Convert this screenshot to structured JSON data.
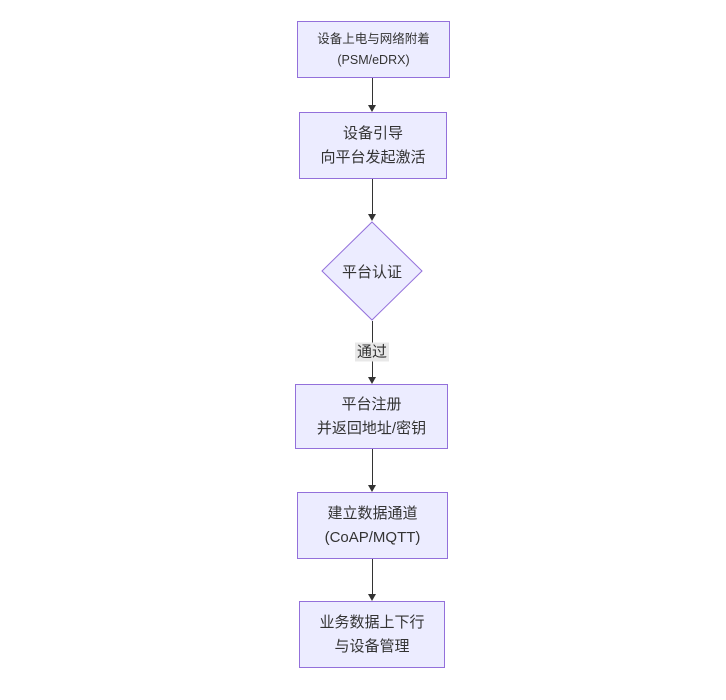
{
  "diagram": {
    "type": "flowchart",
    "direction": "top-down",
    "nodes": {
      "power_attach": {
        "shape": "rect",
        "lines": [
          "设备上电与网络附着",
          "(PSM/eDRX)"
        ]
      },
      "bootstrap": {
        "shape": "rect",
        "lines": [
          "设备引导",
          "向平台发起激活"
        ]
      },
      "platform_auth": {
        "shape": "diamond",
        "label": "平台认证"
      },
      "register": {
        "shape": "rect",
        "lines": [
          "平台注册",
          "并返回地址/密钥"
        ]
      },
      "data_channel": {
        "shape": "rect",
        "lines": [
          "建立数据通道",
          "(CoAP/MQTT)"
        ]
      },
      "business": {
        "shape": "rect",
        "lines": [
          "业务数据上下行",
          "与设备管理"
        ]
      }
    },
    "edges": [
      {
        "from": "power_attach",
        "to": "bootstrap",
        "label": ""
      },
      {
        "from": "bootstrap",
        "to": "platform_auth",
        "label": ""
      },
      {
        "from": "platform_auth",
        "to": "register",
        "label": "通过"
      },
      {
        "from": "register",
        "to": "data_channel",
        "label": ""
      },
      {
        "from": "data_channel",
        "to": "business",
        "label": ""
      }
    ],
    "colors": {
      "node_fill": "#ECECFF",
      "node_border": "#9370DB",
      "arrow": "#333333",
      "text": "#333333",
      "edge_label_bg": "#e8e8e8",
      "background": "#ffffff"
    }
  }
}
